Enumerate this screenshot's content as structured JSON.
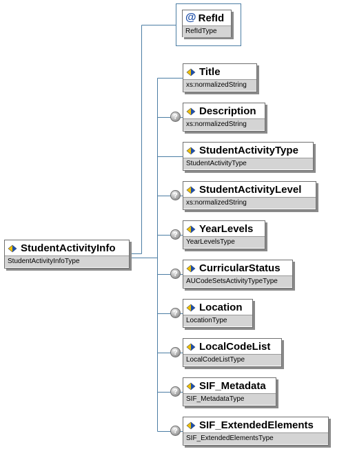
{
  "root": {
    "name": "StudentActivityInfo",
    "type": "StudentActivityInfoType"
  },
  "attribute": {
    "name": "RefId",
    "type": "RefIdType",
    "icon": "at-sign-icon"
  },
  "elements": [
    {
      "name": "Title",
      "type": "xs:normalizedString",
      "optional": false
    },
    {
      "name": "Description",
      "type": "xs:normalizedString",
      "optional": true
    },
    {
      "name": "StudentActivityType",
      "type": "StudentActivityType",
      "optional": false
    },
    {
      "name": "StudentActivityLevel",
      "type": "xs:normalizedString",
      "optional": true
    },
    {
      "name": "YearLevels",
      "type": "YearLevelsType",
      "optional": true
    },
    {
      "name": "CurricularStatus",
      "type": "AUCodeSetsActivityTypeType",
      "optional": true
    },
    {
      "name": "Location",
      "type": "LocationType",
      "optional": true
    },
    {
      "name": "LocalCodeList",
      "type": "LocalCodeListType",
      "optional": true
    },
    {
      "name": "SIF_Metadata",
      "type": "SIF_MetadataType",
      "optional": true
    },
    {
      "name": "SIF_ExtendedElements",
      "type": "SIF_ExtendedElementsType",
      "optional": true
    }
  ],
  "icons": {
    "element": "element-diamond-icon",
    "optional": "question-mark-icon"
  },
  "colors": {
    "connector": "#4a7ca3",
    "type_band": "#d4d4d4",
    "icon_blue": "#1f4fa8",
    "icon_yellow": "#f2c200"
  }
}
